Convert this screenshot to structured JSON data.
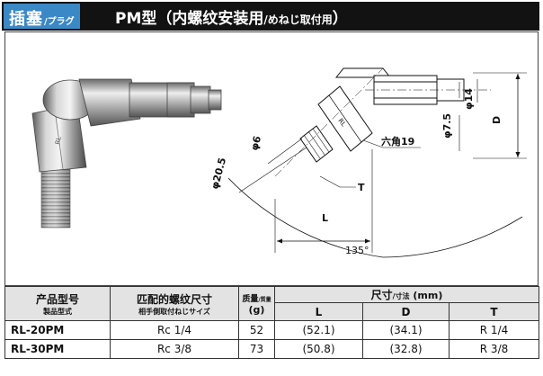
{
  "header": {
    "category_main": "插塞",
    "category_sub": "/プラグ",
    "title_main": "PM型（内螺纹安装用",
    "title_sub": "/めねじ取付用",
    "title_close": "）"
  },
  "drawing": {
    "labels": {
      "dia6": "φ6",
      "dia20_5": "φ20.5",
      "hex": "六角19",
      "t": "T",
      "l": "L",
      "angle": "135°",
      "dia7_5": "φ7.5",
      "dia14": "φ14",
      "d": "D"
    }
  },
  "table": {
    "headers": {
      "model_main": "产品型号",
      "model_sub": "製品型式",
      "thread_main": "匹配的螺纹尺寸",
      "thread_sub": "相手側取付ねじサイズ",
      "mass_main": "质量",
      "mass_small": "/質量",
      "mass_unit": "(g)",
      "dims_main": "尺寸",
      "dims_small": "/寸法",
      "dims_unit": " (mm)",
      "l": "L",
      "d": "D",
      "t": "T"
    },
    "rows": [
      {
        "model": "RL-20PM",
        "thread": "Rc 1/4",
        "mass": "52",
        "l": "(52.1)",
        "d": "(34.1)",
        "t": "R 1/4"
      },
      {
        "model": "RL-30PM",
        "thread": "Rc 3/8",
        "mass": "73",
        "l": "(50.8)",
        "d": "(32.8)",
        "t": "R 3/8"
      }
    ]
  }
}
